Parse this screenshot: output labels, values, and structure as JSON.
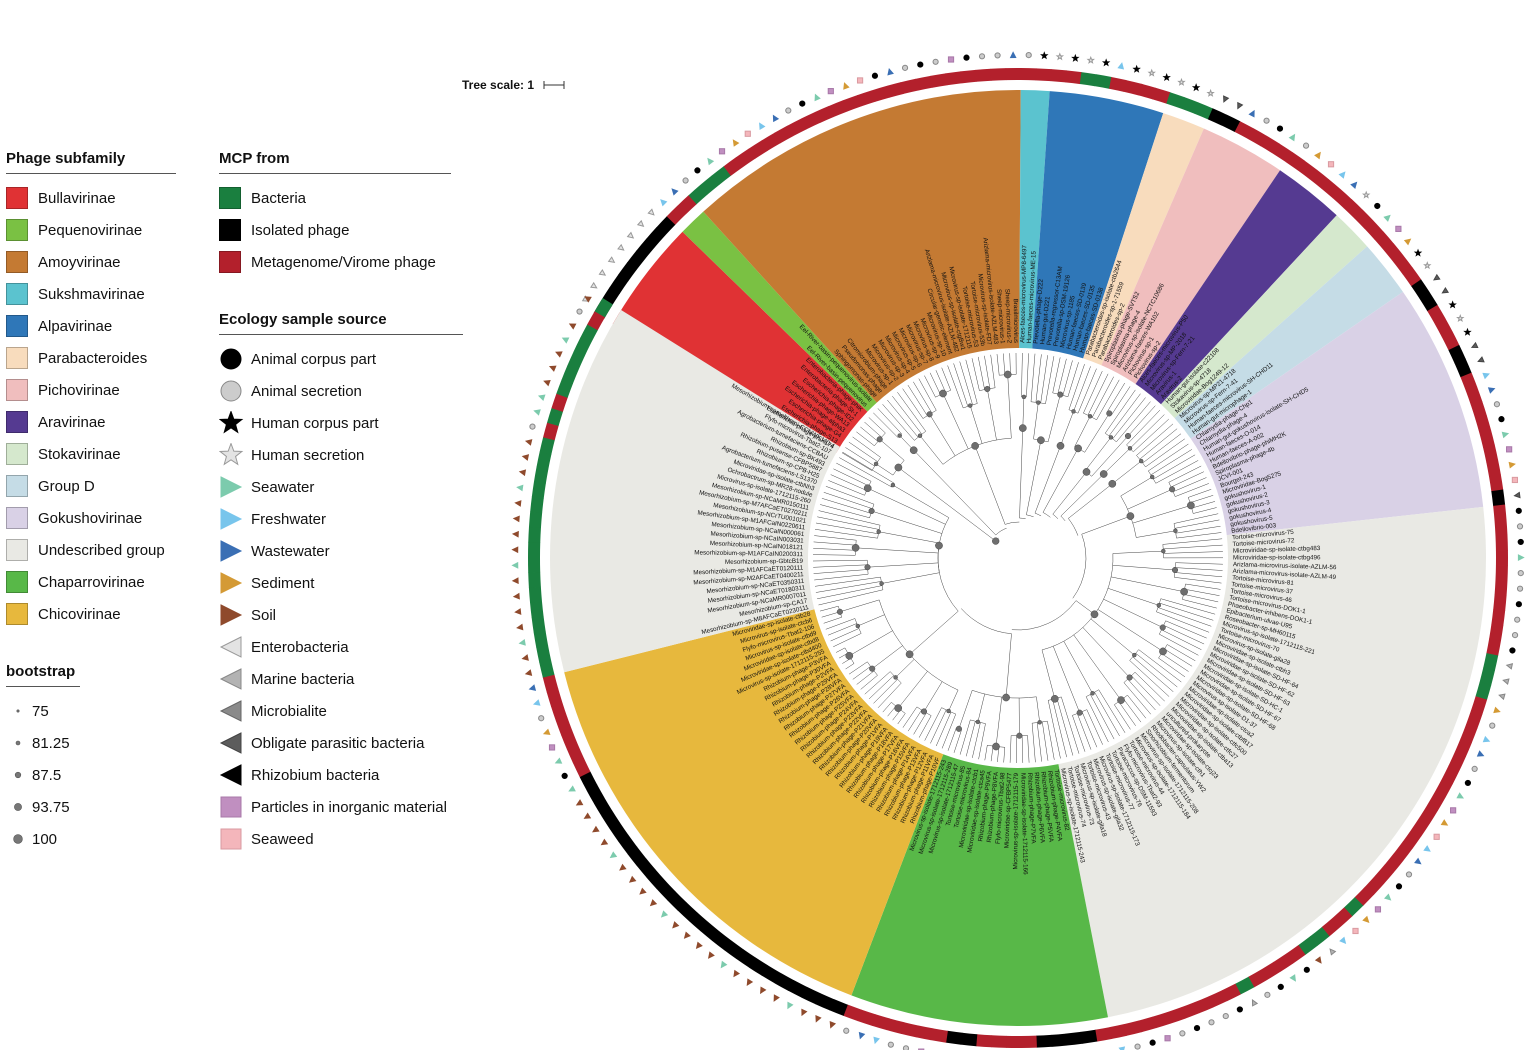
{
  "tree_scale": {
    "label": "Tree scale: 1"
  },
  "legend_subfamily": {
    "title": "Phage subfamily",
    "items": [
      {
        "label": "Bullavirinae",
        "color": "#e03234"
      },
      {
        "label": "Pequenovirinae",
        "color": "#7ac143"
      },
      {
        "label": "Amoyvirinae",
        "color": "#c47a33"
      },
      {
        "label": "Sukshmavirinae",
        "color": "#5bc3cf"
      },
      {
        "label": "Alpavirinae",
        "color": "#2f77b8"
      },
      {
        "label": "Parabacteroides",
        "color": "#f8dcbd"
      },
      {
        "label": "Pichovirinae",
        "color": "#f0bebe"
      },
      {
        "label": "Aravirinae",
        "color": "#553a91"
      },
      {
        "label": "Stokavirinae",
        "color": "#d5e8cd"
      },
      {
        "label": "Group D",
        "color": "#c5dce6"
      },
      {
        "label": "Gokushovirinae",
        "color": "#d9d1e6"
      },
      {
        "label": "Undescribed group",
        "color": "#e9e9e4"
      },
      {
        "label": "Chaparrovirinae",
        "color": "#58b848"
      },
      {
        "label": "Chicovirinae",
        "color": "#e7b83d"
      }
    ]
  },
  "legend_mcp": {
    "title": "MCP from",
    "items": [
      {
        "label": "Bacteria",
        "color": "#1a7f3f"
      },
      {
        "label": "Isolated phage",
        "color": "#000000"
      },
      {
        "label": "Metagenome/Virome phage",
        "color": "#b3202c"
      }
    ]
  },
  "legend_ecology": {
    "title": "Ecology sample source",
    "items": [
      {
        "label": "Animal corpus part",
        "shape": "circle",
        "fill": "#000000",
        "stroke": "#000000"
      },
      {
        "label": "Animal secretion",
        "shape": "circle",
        "fill": "#cccccc",
        "stroke": "#888888"
      },
      {
        "label": "Human corpus part",
        "shape": "star",
        "fill": "#000000",
        "stroke": "#000000"
      },
      {
        "label": "Human secretion",
        "shape": "star",
        "fill": "#e3e3e3",
        "stroke": "#999999"
      },
      {
        "label": "Seawater",
        "shape": "tri-right",
        "fill": "#7ccbad",
        "stroke": "#7ccbad"
      },
      {
        "label": "Freshwater",
        "shape": "tri-right",
        "fill": "#78c5ec",
        "stroke": "#78c5ec"
      },
      {
        "label": "Wastewater",
        "shape": "tri-right",
        "fill": "#3a6fb4",
        "stroke": "#3a6fb4"
      },
      {
        "label": "Sediment",
        "shape": "tri-right",
        "fill": "#d49a35",
        "stroke": "#d49a35"
      },
      {
        "label": "Soil",
        "shape": "tri-right",
        "fill": "#8f4a2c",
        "stroke": "#8f4a2c"
      },
      {
        "label": "Enterobacteria",
        "shape": "tri-left",
        "fill": "#e3e3e3",
        "stroke": "#999999"
      },
      {
        "label": "Marine bacteria",
        "shape": "tri-left",
        "fill": "#b3b3b3",
        "stroke": "#888888"
      },
      {
        "label": "Microbialite",
        "shape": "tri-left",
        "fill": "#8a8a8a",
        "stroke": "#666666"
      },
      {
        "label": "Obligate parasitic bacteria",
        "shape": "tri-left",
        "fill": "#5c5c5c",
        "stroke": "#444444"
      },
      {
        "label": "Rhizobium bacteria",
        "shape": "tri-left",
        "fill": "#000000",
        "stroke": "#000000"
      },
      {
        "label": "Particles in inorganic material",
        "shape": "square",
        "fill": "#c08fc0",
        "stroke": "#a878a8"
      },
      {
        "label": "Seaweed",
        "shape": "square",
        "fill": "#f4b6bb",
        "stroke": "#d99aa0"
      }
    ]
  },
  "legend_bootstrap": {
    "title": "bootstrap",
    "items": [
      {
        "label": "75",
        "value": 75
      },
      {
        "label": "81.25",
        "value": 81.25
      },
      {
        "label": "87.5",
        "value": 87.5
      },
      {
        "label": "93.75",
        "value": 93.75
      },
      {
        "label": "100",
        "value": 100
      }
    ]
  },
  "clade_sectors": [
    {
      "group": "Undescribed group",
      "color": "#e9e9e4",
      "tips": [
        "Mesorhizobium-sp-M8AFCaET0230111",
        "Mesorhizobium-sp-CA17",
        "Mesorhizobium-sp-NCaMR0007011",
        "Mesorhizobium-sp-NCaET0180311",
        "Mesorhizobium-sp-NCaET0350311",
        "Mesorhizobium-sp-M2AFCaET0400211",
        "Mesorhizobium-sp-M1AFCaET0120111",
        "Mesorhizobium-sp-GbtcB19",
        "Mesorhizobium-sp-M1AFCaIN0200311",
        "Mesorhizobium-sp-NCaIN018121",
        "Mesorhizobium-sp-NCaIN003031",
        "Mesorhizobium-sp-NCaIN000061",
        "Mesorhizobium-sp-M1AFCaIN0220611",
        "Mesorhizobium-sp-NCrTU001021",
        "Mesorhizobium-sp-M7AFCaET0270211",
        "Mesorhizobium-sp-NCaMR0150111",
        "Microvirus-sp-isolate-1712115-260",
        "Ochrobactrum-sp-MR28-nodule",
        "Microviridae-sp-isolate-ctbNh3",
        "Agrobacterium-tumefaciens-LS1370",
        "Rhizobium-sp-CPB-H25",
        "Rhizobium-pusense-CFBP5887",
        "Rhizobium-sp-BK493",
        "Agrobacterium-tumefaciens-CCBAU",
        "Flyfo-microvirus-Tbat2-107",
        "Mesorhizobium-camelthorni-CCNWXJ40-4",
        "Tortoise-microvirus-75",
        "Tortoise-microvirus-72",
        "Microviridae-sp-isolate-ctbg483",
        "Microviridae-sp-isolate-ctbg496",
        "Arizlama-microvirus-isolate-AZLM-56",
        "Arizlama-microvirus-isolate-AZLM-49",
        "Tortoise-microvirus-81",
        "Tortoise-microvirus-37",
        "Tortoise-microvirus-46",
        "Tortoise-microvirus-DOK1-1",
        "Phaeobacter-inhibens-DOK1-1",
        "Epibacterium-ulvae-U95",
        "Roseobacter-sp-MH60115",
        "Microvirus-sp-isolate-1712115-221",
        "Tortoise-microvirus-70",
        "Microvirus-sp-isolate-gila28",
        "Microviridae-sp-isolate-ctbh3",
        "Microviridae-sp-isolate-SD-HF-64",
        "Microviridae-sp-isolate-SD-HF-62",
        "Microviridae-sp-isolate-SD-HF-63",
        "Microviridae-sp-isolate-SD-HC-1",
        "Microviridae-sp-isolate-SD-HF-67",
        "Microviridae-sp-isolate-SD-HF-68",
        "Microvirus-sp-isolate-D1-37",
        "Microviridae-sp-isolate-ctca2",
        "Microviridae-sp-isolate-ctbf817",
        "Microviridae-sp-isolate-ctfc500",
        "Microviridae-sp-isolate-ctfc27",
        "Microviridae-sp-isolate-ctba13",
        "uncultured-prokaryote",
        "Microviridae-sp-isolate-ctcj23",
        "Microvirus-sp-isolate-cth1",
        "Rhodobacter-capsulatus-YW2",
        "Sinorhizobium-fermentorum",
        "Microvirus-sp-isolate-1712115-208",
        "Microvirus-sp-isolate-1712115-184",
        "Tortoise-microvirus-44",
        "Flyfo-microvirus-Tbat2-93",
        "Paracoccus-sp-DSM-11593",
        "Tortoise-microvirus-76",
        "Tortoise-microvirus-77",
        "Microvirus-sp-isolate-1712115-173",
        "Microvirus-sp-isolate-gila32",
        "Tortoise-microvirus-43",
        "Microvirus-sp-isolate-gila18",
        "Tortoise-microvirus-73",
        "Tortoise-microvirus-74",
        "Microvirus-sp-isolate-1712115-243"
      ]
    },
    {
      "group": "Chicovirinae",
      "color": "#e7b83d",
      "tips": [
        "Rhizobium-phage-P10VF",
        "Rhizobium-phage-P11VFA",
        "Rhizobium-phage-P12VFA",
        "Rhizobium-phage-P13VFA",
        "Rhizobium-phage-P14VFA",
        "Rhizobium-phage-P15VFA",
        "Rhizobium-phage-P16VFA",
        "Rhizobium-phage-P17VFA",
        "Rhizobium-phage-P18VFA",
        "Rhizobium-phage-P19VFA",
        "Rhizobium-phage-P1VFA",
        "Rhizobium-phage-P20VFA",
        "Rhizobium-phage-P21VFA",
        "Rhizobium-phage-P22VFA",
        "Rhizobium-phage-P23VFA",
        "Rhizobium-phage-P24VFA",
        "Rhizobium-phage-P25VFA",
        "Rhizobium-phage-P26VFA",
        "Rhizobium-phage-P27VFA",
        "Rhizobium-phage-P28VFA",
        "Rhizobium-phage-P29VFA",
        "Rhizobium-phage-P2VFA",
        "Rhizobium-phage-P30VFA",
        "Rhizobium-phage-P3VFA",
        "Microvirus-sp-isolate-1712115-255",
        "Microviridae-sp-isolate-ctbd400",
        "Microviridae-sp-isolate-ctbd8",
        "Microvirus-sp-isolate-ctbd9",
        "Flyfo-microvirus-Tbat2-106",
        "Microvirus-sp-isolate-ctcb6",
        "Microviridae-sp-isolate-ctb28"
      ]
    },
    {
      "group": "Chaparrovirinae",
      "color": "#58b848",
      "tips": [
        "Tortoise-microvirus-82",
        "Rhizobium-phage-P4VFA",
        "Rhizobium-phage-P5VFA",
        "Rhizobium-phage-P6VFA",
        "Rhizobium-phage-P7VFA",
        "Microviridae-sp-isolate-1712115-166",
        "Microvirus-sp-isolate-1712115-179",
        "Microviridae-sp-CFBP5477",
        "Flyfo-microvirus-Tbat2-98",
        "Rhizobium-phage-P8VFA",
        "Rhizobium-phage-P9VFA",
        "Microviridae-sp-isolate-ctca45",
        "Microviridae-sp-isolate-ctcb1",
        "Tortoise-microvirus-84",
        "Tortoise-microvirus-85",
        "Microvirus-sp-isolate-1712115-47",
        "Microvirus-sp-isolate-1712115-289",
        "Microvirus-sp-isolate-1712115-243"
      ]
    },
    {
      "group": "Bullavirinae",
      "color": "#e03234",
      "tips": [
        "Escherichia-phage-phiX174",
        "Escherichia-phage-S13",
        "Escherichia-phage-G4",
        "Escherichia-phage-alpha3",
        "Escherichia-phage-WA13",
        "Escherichia-phage-ID2",
        "Enterobacteria-phage-St-1",
        "Enterobacteria-phage-phiK"
      ]
    },
    {
      "group": "Pequenovirinae",
      "color": "#7ac143",
      "tips": [
        "Eel-River-basin-pequenovirus",
        "Eel-River-basin-pequenovirus-isolate"
      ]
    },
    {
      "group": "Amoyvirinae",
      "color": "#c47a33",
      "tips": [
        "Sphingomonas-phage",
        "Pseudomonas-phage",
        "Citromicrobium-phage",
        "Microvirus-sp-1",
        "Microvirus-sp-2",
        "Microvirus-sp-3",
        "Microvirus-sp-4",
        "Microvirus-sp-5",
        "Microvirus-sp-6",
        "Microvirus-sp-7",
        "Microvirus-sp-8",
        "Microvirus-sp-9",
        "Microvirus-sp-10",
        "Circular-genetic-element",
        "Arizlama-microvirus-isolate-AZLM-482",
        "Microvirus-sp-isolate-ctgBw1",
        "Microvirus-sp-isolate-1712115",
        "Tortoise-microvirus-53",
        "Tortoise-microvirus-53b",
        "Microvirus-sp-isolate-FD7",
        "Arizlama-microvirus-isolate-AZLM-483",
        "Sheep-microvirus-1",
        "Sheep-microvirus-2",
        "Brasilmicrovirus"
      ]
    },
    {
      "group": "Sukshmavirinae",
      "color": "#5bc3cf",
      "tips": [
        "Alces-faeces-microvirus-MP8-6497",
        "Human-faeces-microvirus-ME-15"
      ]
    },
    {
      "group": "Alpavirinae",
      "color": "#2f77b8",
      "tips": [
        "Prevotella-phage-D222",
        "Human-gut-D221",
        "Prevotella-regressor-C13AM",
        "Prevotella-sp-DSM-19126",
        "Microvirus-sp-1185",
        "Human-faeces-SD-0139",
        "Human-faeces-SD-0135",
        "Human-faeces-SD-0138"
      ]
    },
    {
      "group": "Parabacteroides",
      "color": "#f8dcbd",
      "tips": [
        "Parabacteroides-sp-isolate-ctb2644",
        "Parabacteroides-sp-1-71559",
        "Parabacteroides-sp-2"
      ]
    },
    {
      "group": "Pichovirinae",
      "color": "#f0bebe",
      "tips": [
        "Spiroplasma-phage-SVTS2",
        "Spiroplasma-phage-4",
        "Microvirus-sp-isolate-NCTC10686",
        "Arizlama-faeces-WA102",
        "Pichovirus-sp-1",
        "Pichovirus-sp-2"
      ]
    },
    {
      "group": "Aravirinae",
      "color": "#553a91",
      "tips": [
        "Alces-faeces-microvirus-P50",
        "Microvirus-sp-MP-2018",
        "Microvirus-sp-Fern-7-21",
        "Aravirus-1",
        "Aravirus-2"
      ]
    },
    {
      "group": "Stokavirinae",
      "color": "#d5e8cd",
      "tips": [
        "Human-gut-isolate-c22108",
        "Stokavirus-sp-4718",
        "Microviridae-Bog1249-12"
      ]
    },
    {
      "group": "Group D",
      "color": "#c5dce6",
      "tips": [
        "Microvirus-sp-MP21-4718",
        "Microvirus-sp-Fern-7-41",
        "Human-faeces-microvirus-SH-CHD11",
        "Human-gut-microphage-1"
      ]
    },
    {
      "group": "Gokushovirinae",
      "color": "#d9d1e6",
      "tips": [
        "Chlamydia-phage-Chp1",
        "Chlamydia-phage-4",
        "Human-gut-gokushovirus-isolate-SH-CHD5",
        "Human-faeces-O-014",
        "Human-faeces-A-002",
        "Bdellovibrio-phage-phiMH2K",
        "Spiroplasma-phage-4b",
        "JCVI-001",
        "Bourget-243",
        "Microviridae-Bog5275",
        "gokushovirus-1",
        "gokushovirus-2",
        "gokushovirus-3",
        "gokushovirus-4",
        "gokushovirus-5",
        "Bdellovibrio-003"
      ]
    }
  ]
}
